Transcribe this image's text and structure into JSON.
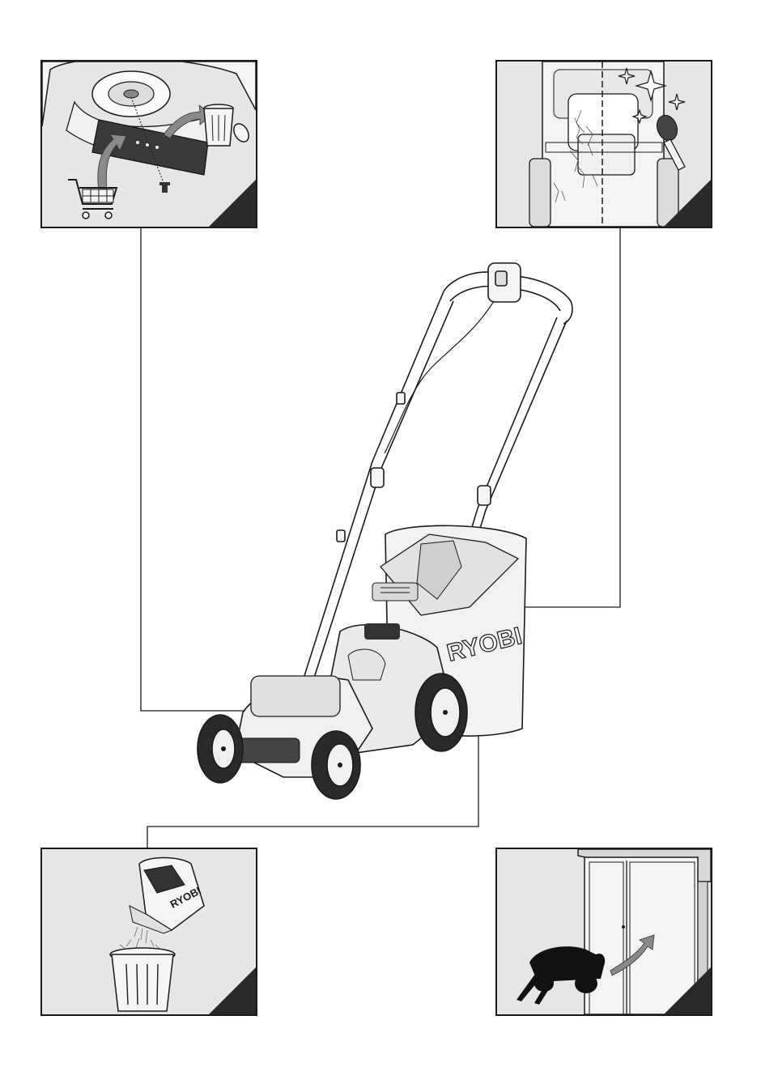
{
  "brand": {
    "name": "RYOBI"
  },
  "panels": [
    {
      "id": "blade-replacement",
      "icons": [
        "lawnmower-blade-icon",
        "shopping-cart-icon",
        "trash-bin-icon",
        "screw-icon"
      ]
    },
    {
      "id": "cleaning-underside",
      "icons": [
        "sparkle-icon",
        "brush-icon"
      ]
    },
    {
      "id": "empty-grass-bag",
      "icons": [
        "grass-bag-icon",
        "trash-bin-icon"
      ],
      "bag_brand": "RYOBI"
    },
    {
      "id": "storage",
      "icons": [
        "cabinet-icon",
        "mower-silhouette-icon",
        "arrow-icon"
      ]
    }
  ],
  "colors": {
    "panel_bg": "#e6e6e6",
    "line": "#1a1a1a",
    "corner": "#2a2a2a"
  }
}
